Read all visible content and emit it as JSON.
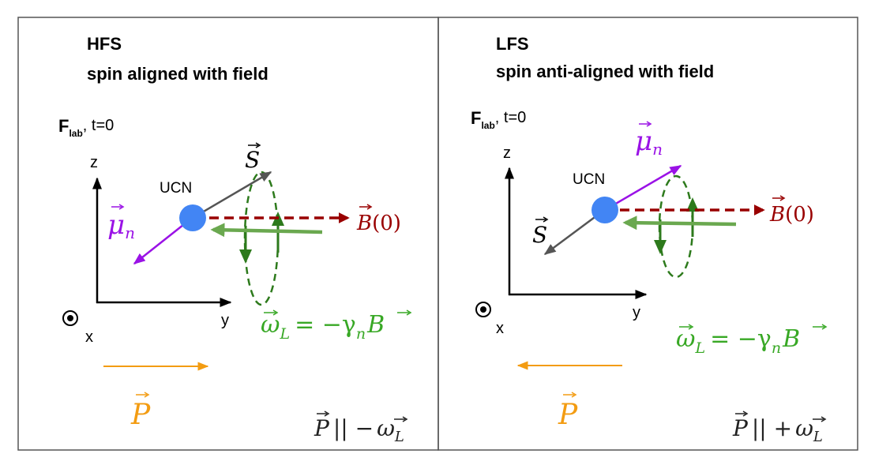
{
  "colors": {
    "frame": "#555555",
    "axis": "#000000",
    "ucn": "#4285f4",
    "spin": "#555555",
    "moment": "#9a12e6",
    "field": "#990000",
    "precession": "#2d7a1c",
    "omega_arrow": "#6aa84f",
    "omega_text": "#38a825",
    "polarization": "#f39c12",
    "relation_text": "#222222"
  },
  "icons": {
    "x_axis": "dot-in-circle-icon"
  },
  "panels": [
    {
      "title": "HFS",
      "subtitle": "spin aligned with field",
      "frame_letter": "F",
      "frame_sub": "lab",
      "frame_time": ", t=0",
      "axis_z": "z",
      "axis_y": "y",
      "axis_x": "x",
      "particle_label": "UCN",
      "spin_symbol": "S",
      "moment_symbol": "μ",
      "moment_sub": "n",
      "field_symbol": "B",
      "field_arg": "(0)",
      "omega_symbol": "ω",
      "omega_sub": "L",
      "omega_eq": "= −γ",
      "omega_gamma_sub": "n",
      "omega_field": "B",
      "polar_symbol": "P",
      "relation_sign": "|| −",
      "relation_omega": "ω",
      "relation_sub": "L"
    },
    {
      "title": "LFS",
      "subtitle": "spin anti-aligned with field",
      "frame_letter": "F",
      "frame_sub": "lab",
      "frame_time": ", t=0",
      "axis_z": "z",
      "axis_y": "y",
      "axis_x": "x",
      "particle_label": "UCN",
      "spin_symbol": "S",
      "moment_symbol": "μ",
      "moment_sub": "n",
      "field_symbol": "B",
      "field_arg": "(0)",
      "omega_symbol": "ω",
      "omega_sub": "L",
      "omega_eq": "= −γ",
      "omega_gamma_sub": "n",
      "omega_field": "B",
      "polar_symbol": "P",
      "relation_sign": "|| +",
      "relation_omega": "ω",
      "relation_sub": "L"
    }
  ]
}
